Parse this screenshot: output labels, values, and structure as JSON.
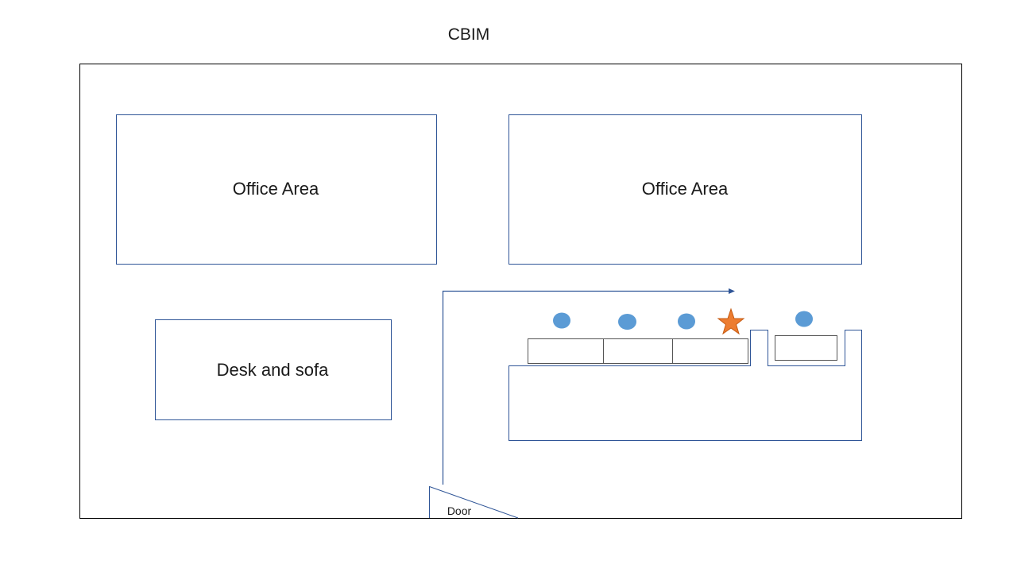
{
  "title": "CBIM",
  "rooms": {
    "office_left": "Office Area",
    "office_right": "Office Area",
    "lounge": "Desk and sofa"
  },
  "door": "Door",
  "colors": {
    "outline": "#2f5597",
    "wall": "#000000",
    "person": "#5b9bd5",
    "star": "#ed7d31",
    "star_stroke": "#c55a11",
    "background": "#ffffff"
  },
  "icons": {
    "person": "circle",
    "target": "star"
  }
}
